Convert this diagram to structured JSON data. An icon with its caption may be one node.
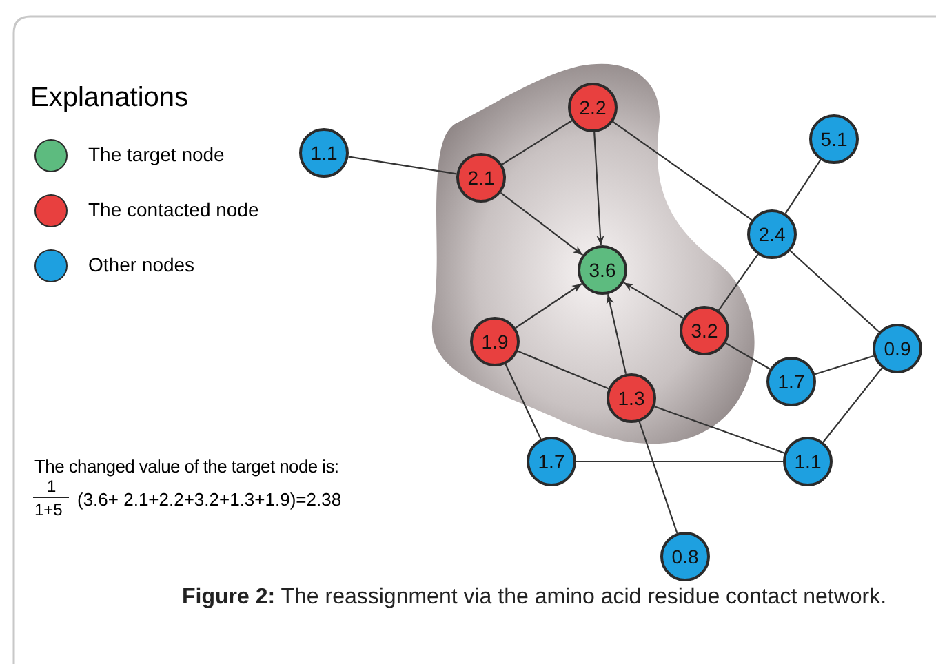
{
  "diagram": {
    "caption": "**Figure 2:** The reassignment via the amino acid residue contact network.",
    "nodes": [
      {
        "text": [
          "1.1"
        ]
      },
      {
        "text": [
          "2.2"
        ]
      },
      {
        "text": [
          "2.1"
        ]
      },
      {
        "text": [
          "3.6"
        ]
      },
      {
        "text": [
          "5.1"
        ]
      },
      {
        "text": [
          "2.4"
        ]
      },
      {
        "text": [
          "3.2"
        ]
      },
      {
        "text": [
          "1.9"
        ]
      },
      {
        "text": [
          "0.9"
        ]
      },
      {
        "text": [
          "1.7"
        ]
      },
      {
        "text": [
          "1.3"
        ]
      },
      {
        "text": [
          "1.7"
        ]
      },
      {
        "text": [
          "1.1"
        ]
      },
      {
        "text": [
          "0.8"
        ]
      }
    ],
    "edges": [
      {
        "from": 0,
        "to": 2,
        "arrow": "none"
      },
      {
        "from": 2,
        "to": 1,
        "arrow": "none"
      },
      {
        "from": 2,
        "to": 3,
        "arrow": "to"
      },
      {
        "from": 1,
        "to": 3,
        "arrow": "to"
      },
      {
        "from": 1,
        "to": 5,
        "arrow": "none"
      },
      {
        "from": 5,
        "to": 4,
        "arrow": "none"
      },
      {
        "from": 5,
        "to": 6,
        "arrow": "none"
      },
      {
        "from": 5,
        "to": 8,
        "arrow": "none"
      },
      {
        "from": 6,
        "to": 3,
        "arrow": "to"
      },
      {
        "from": 6,
        "to": 9,
        "arrow": "none"
      },
      {
        "from": 9,
        "to": 8,
        "arrow": "none"
      },
      {
        "from": 7,
        "to": 3,
        "arrow": "to"
      },
      {
        "from": 10,
        "to": 3,
        "arrow": "to"
      },
      {
        "from": 7,
        "to": 10,
        "arrow": "none"
      },
      {
        "from": 7,
        "to": 11,
        "arrow": "none"
      },
      {
        "from": 10,
        "to": 12,
        "arrow": "none"
      },
      {
        "from": 10,
        "to": 13,
        "arrow": "none"
      },
      {
        "from": 11,
        "to": 12,
        "arrow": "none"
      },
      {
        "from": 12,
        "to": 8,
        "arrow": "none"
      }
    ],
    "labels": [
      "Explanations",
      "The changed value of the target node is:",
      "1",
      "1+5",
      "(3.6+ 2.1+2.2+3.2+1.3+1.9)=2.38"
    ],
    "legend": [
      {
        "text": "The target node",
        "color": "#5dbb7f"
      },
      {
        "text": "The contacted node",
        "color": "#e8403f"
      },
      {
        "text": "Other nodes",
        "color": "#1ea0e0"
      }
    ]
  }
}
